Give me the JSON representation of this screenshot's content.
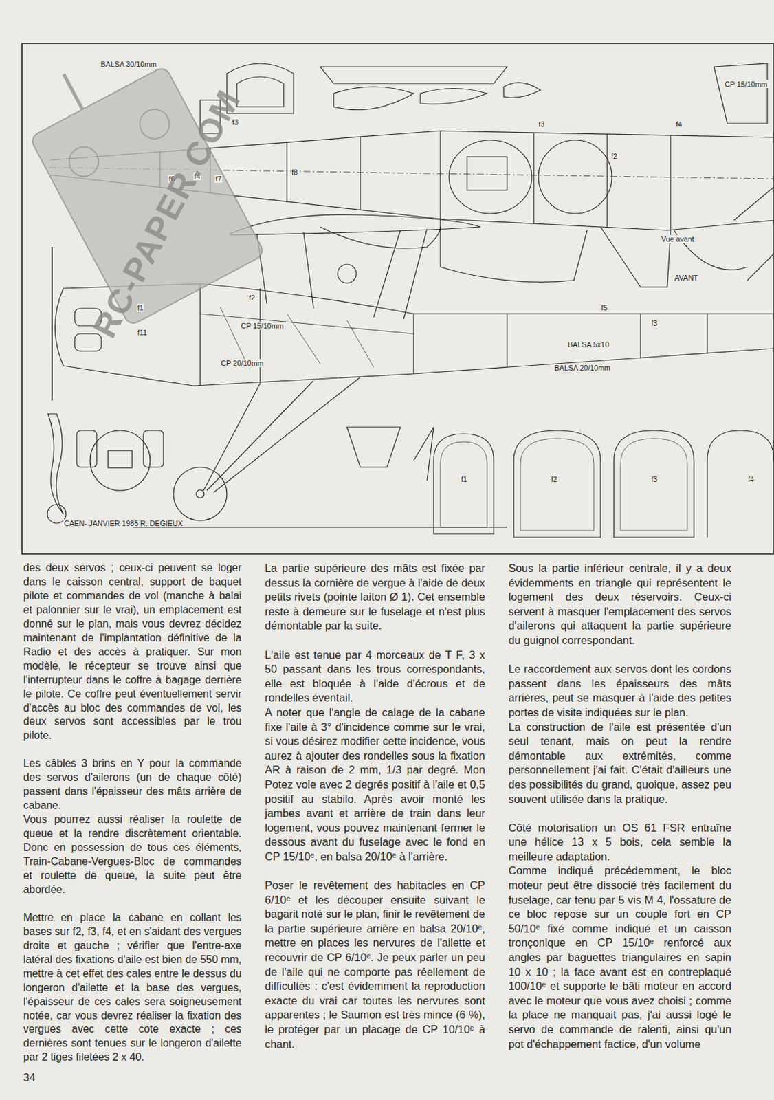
{
  "diagram": {
    "labels": [
      "BALSA 30/10mm",
      "f3",
      "f4",
      "f6",
      "f7",
      "f8",
      "f3",
      "f2",
      "f4",
      "CP 15/10mm",
      "Vue avant",
      "AVANT",
      "f1",
      "f2",
      "f11",
      "CP 20/10mm",
      "CP 15/10mm",
      "BALSA 5x10",
      "BALSA 20/10mm",
      "f5",
      "f3",
      "f1",
      "f2",
      "f3",
      "f4",
      "CAEN- JANVIER 1985 R. DEGIEUX",
      "RC-PAPER.COM",
      "des deux servos ; ceux-ci peuvent se loger dans le caisson central, support de baquet pilote et commandes de vol (manche à balai et palonnier sur le vrai), un emplacement est donné sur le plan, mais vous devrez décidez maintenant de l'implantation définitive de la Radio et des accès à pratiquer. Sur mon modèle, le récepteur se trouve ainsi que l'interrupteur dans le coffre à bagage derrière le pilote. Ce coffre peut éventuellement servir d'accès au bloc des commandes de vol, les deux servos sont accessibles par le trou pilote.",
      "Les câbles 3 brins en Y pour la commande des servos d'ailerons (un de chaque côté) passent dans l'épaisseur des mâts arrière de cabane.",
      "Vous pourrez aussi réaliser la roulette de queue et la rendre discrètement orientable. Donc en possession de tous ces éléments, Train-Cabane-Vergues-Bloc de commandes et roulette de queue, la suite peut être abordée.",
      "Mettre en place la cabane en collant les bases sur f2, f3, f4, et en s'aidant des vergues droite et gauche ; vérifier que l'entre-axe latéral des fixations d'aile est bien de 550 mm, mettre à cet effet des cales entre le dessus du longeron d'ailette et la base des vergues, l'épaisseur de ces cales sera soigneusement notée, car vous devrez réaliser la fixation des vergues avec cette cote exacte ; ces dernières sont tenues sur le longeron d'ailette par 2 tiges filetées 2 x 40.",
      "La partie supérieure des mâts est fixée par dessus la cornière de vergue à l'aide de deux petits rivets (pointe laiton Ø 1). Cet ensemble reste à demeure sur le fuselage et n'est plus démontable par la suite.",
      "L'aile est tenue par 4 morceaux de T F, 3 x 50 passant dans les trous correspondants, elle est bloquée à l'aide d'écrous et de rondelles éventail.",
      "A noter que l'angle de calage de la cabane fixe l'aile à 3° d'incidence comme sur le vrai, si vous désirez modifier cette incidence, vous aurez à ajouter des rondelles sous la fixation AR à raison de 2 mm, 1/3 par degré. Mon Potez vole avec 2 degrés positif à l'aile et 0,5 positif au stabilo. Après avoir monté les jambes avant et arrière de train dans leur logement, vous pouvez maintenant fermer le dessous avant du fuselage avec le fond en CP 15/10ᵉ, en balsa 20/10ᵉ à l'arrière.",
      "Poser le revêtement des habitacles en CP 6/10ᵉ et les découper ensuite suivant le bagarit noté sur le plan, finir le revêtement de la partie supérieure arrière en balsa 20/10ᵉ, mettre en places les nervures de l'ailette et recouvrir de CP 6/10ᵉ. Je peux parler un peu de l'aile qui ne comporte pas réellement de difficultés : c'est évidemment la reproduction exacte du vrai car toutes les nervures sont apparentes ; le Saumon est très mince (6 %), le protéger par un placage de CP 10/10ᵉ à chant.",
      "Sous la partie inférieur centrale, il y a deux évidemments en triangle qui représentent le logement des deux réservoirs. Ceux-ci servent à masquer l'emplacement des servos d'ailerons qui attaquent la partie supérieure du guignol correspondant.",
      "Le raccordement aux servos dont les cordons passent dans les épaisseurs des mâts arrières, peut se masquer à l'aide des petites portes de visite indiquées sur le plan.",
      "La construction de l'aile est présentée d'un seul tenant, mais on peut la rendre démontable aux extrémités, comme personnellement j'ai fait. C'était d'ailleurs une des possibilités du grand, quoique, assez peu souvent utilisée dans la pratique.",
      "Côté motorisation un OS 61 FSR entraîne une hélice 13 x 5 bois, cela semble la meilleure adaptation.",
      "Comme indiqué précédemment, le bloc moteur peut être dissocié très facilement du fuselage, car tenu par 5 vis M 4, l'ossature de ce bloc repose sur un couple fort en CP 50/10ᵉ fixé comme indiqué et un caisson tronçonique en CP 15/10ᵉ renforcé aux angles par baguettes triangulaires en sapin 10 x 10 ; la face avant est en contreplaqué 100/10ᵉ et supporte le bâti moteur en accord avec le moteur que vous avez choisi ; comme la place ne manquait pas, j'ai aussi logé le servo de commande de ralenti, ainsi qu'un pot d'échappement factice, d'un volume",
      "34"
    ]
  }
}
